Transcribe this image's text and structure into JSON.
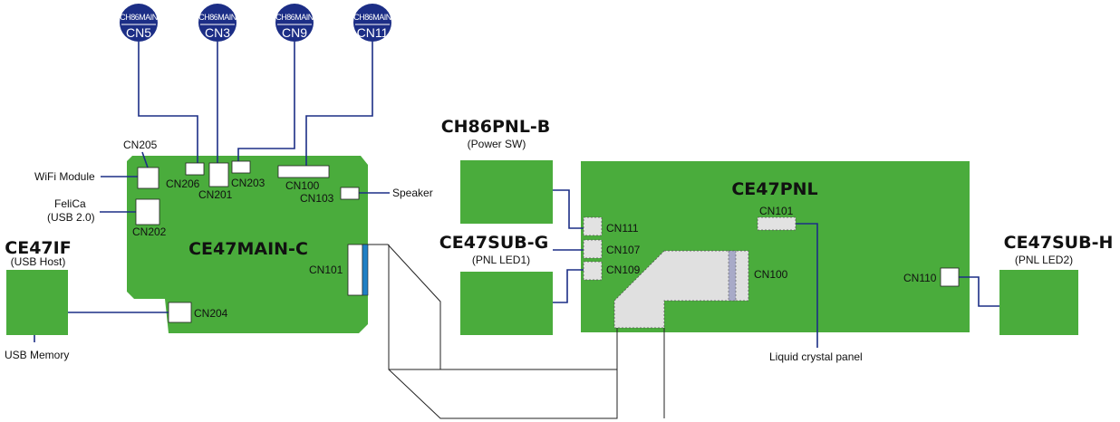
{
  "mainConnectors": [
    {
      "top": "CH86MAIN",
      "bottom": "CN5"
    },
    {
      "top": "CH86MAIN",
      "bottom": "CN3"
    },
    {
      "top": "CH86MAIN",
      "bottom": "CN9"
    },
    {
      "top": "CH86MAIN",
      "bottom": "CN11"
    }
  ],
  "boards": {
    "main": "CE47MAIN-C",
    "panel": "CE47PNL",
    "if": "CE47IF",
    "if_sub": "(USB Host)",
    "pnlb": "CH86PNL-B",
    "pnlb_sub": "(Power SW)",
    "subg": "CE47SUB-G",
    "subg_sub": "(PNL LED1)",
    "subh": "CE47SUB-H",
    "subh_sub": "(PNL LED2)"
  },
  "connectors": {
    "cn205": "CN205",
    "cn206": "CN206",
    "cn201": "CN201",
    "cn203": "CN203",
    "cn100_main": "CN100",
    "cn103": "CN103",
    "cn202": "CN202",
    "cn101_main": "CN101",
    "cn204": "CN204",
    "cn111": "CN111",
    "cn107": "CN107",
    "cn109": "CN109",
    "cn101_pnl": "CN101",
    "cn100_pnl": "CN100",
    "cn110": "CN110"
  },
  "peripherals": {
    "wifi": "WiFi Module",
    "felica_line1": "FeliCa",
    "felica_line2": "(USB 2.0)",
    "speaker": "Speaker",
    "usb_memory": "USB Memory",
    "lcd": "Liquid crystal panel"
  },
  "colors": {
    "board": "#4aac3c",
    "wire": "#1c2e86",
    "badge": "#1c2e86"
  }
}
